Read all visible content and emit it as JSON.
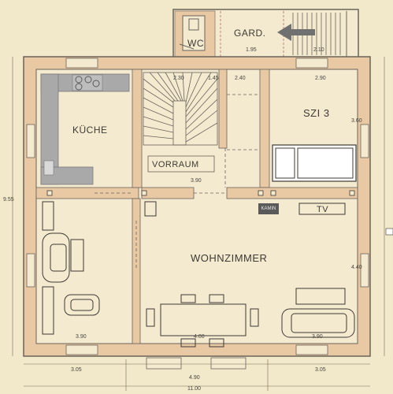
{
  "rooms": {
    "wc": "WC",
    "gard": "GARD.",
    "kueche": "KÜCHE",
    "vorraum": "VORRAUM",
    "szi3": "SZI 3",
    "wohnzimmer": "WOHNZIMMER"
  },
  "fixtures": {
    "kamin": "KAMIN",
    "tv": "TV"
  },
  "dimensions": {
    "top_stair": "1.95",
    "top_right": "2.10",
    "upper_230": "2.30",
    "upper_145": "1.45",
    "upper_240": "2.40",
    "upper_290": "2.90",
    "vorraum_390": "3.90",
    "side_360": "3.60",
    "side_440": "4.40",
    "left_overall": "9.55",
    "kueche_bottom": "3.90",
    "wohn_bottom": "4.00",
    "right_bottom": "3.90",
    "overall_left": "3.05",
    "overall_mid": "4.90",
    "overall_right": "3.05",
    "overall_total": "11.00"
  },
  "colors": {
    "paper": "#f1e9c9",
    "wall_fill": "#e9c8a4",
    "kitchen_counter": "#a9a9a9",
    "kamin": "#5a5a5a",
    "arrow": "#707070"
  },
  "icons": {
    "direction": "arrow-left-icon",
    "stove": "stove-icon"
  }
}
